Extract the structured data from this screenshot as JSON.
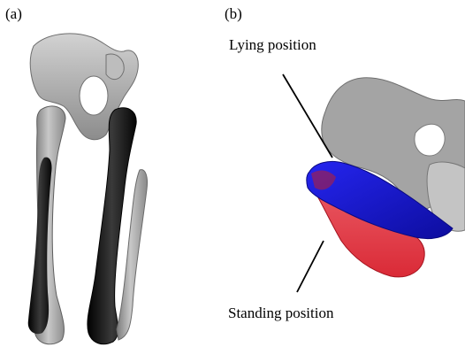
{
  "panels": [
    {
      "label": "(a)"
    },
    {
      "label": "(b)"
    }
  ],
  "annotations": {
    "top": "Lying position",
    "bottom": "Standing position"
  },
  "colors": {
    "bone_light": "#a9a9a9",
    "bone_dark": "#121212",
    "lying_region": "#1a1ad6",
    "standing_region": "#e0303a"
  }
}
